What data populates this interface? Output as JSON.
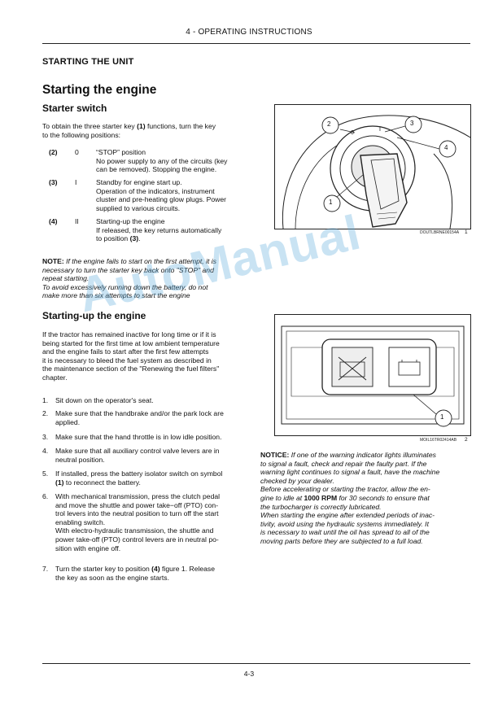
{
  "header": {
    "chapter": "4 - OPERATING INSTRUCTIONS"
  },
  "section_title": "STARTING THE UNIT",
  "heading_main": "Starting the engine",
  "subheading_starter": "Starter switch",
  "intro": {
    "line1": "To obtain the three starter key (1) functions, turn the key",
    "line2": "to the following positions:"
  },
  "positions": [
    {
      "num": "(2)",
      "sym": "0",
      "lines": [
        "“STOP” position",
        "No power supply to any of the circuits (key",
        "can be removed). Stopping the engine."
      ]
    },
    {
      "num": "(3)",
      "sym": "I",
      "lines": [
        "Standby for engine start up.",
        "Operation of the indicators, instrument",
        "cluster and pre-heating glow plugs. Power",
        "supplied to various circuits."
      ]
    },
    {
      "num": "(4)",
      "sym": "II",
      "lines": [
        "Starting-up the engine",
        "If released, the key returns automatically",
        "to position (3)."
      ]
    }
  ],
  "note": {
    "lines": [
      "NOTE: If the engine fails to start on the first attempt, it is",
      "necessary to turn the starter key back onto \"STOP\" and",
      "repeat starting.",
      "To avoid excessively running down the battery, do not",
      "make more than six attempts to start the engine"
    ]
  },
  "subheading_startup": "Starting-up the engine",
  "startup_intro": {
    "lines": [
      "If the tractor has remained inactive for long time or if it is",
      "being started for the first time at low ambient temperature",
      "and the engine fails to start after the first few attempts",
      "it is necessary to bleed the fuel system as described in",
      "the maintenance section of the \"Renewing the fuel filters\"",
      "chapter."
    ]
  },
  "steps": [
    {
      "n": "1.",
      "lines": [
        "Sit down on the operator's seat."
      ]
    },
    {
      "n": "2.",
      "lines": [
        "Make sure that the handbrake and/or the park lock are",
        "applied."
      ]
    },
    {
      "n": "3.",
      "lines": [
        "Make sure that the hand throttle is in low idle position."
      ]
    },
    {
      "n": "4.",
      "lines": [
        "Make sure that all auxiliary control valve levers are in",
        "neutral position."
      ]
    },
    {
      "n": "5.",
      "lines": [
        "If installed, press the battery isolator switch on symbol",
        "(1) to reconnect the battery."
      ]
    },
    {
      "n": "6.",
      "lines": [
        "With mechanical transmission, press the clutch pedal",
        "and move the shuttle and power take−off (PTO) con-",
        "trol levers into the neutral position to turn off the start",
        "enabling switch.",
        "With electro-hydraulic transmission, the shuttle and",
        "power take-off (PTO) control levers are in neutral po-",
        "sition with engine off."
      ]
    },
    {
      "n": "7.",
      "lines": [
        "Turn the starter key to position (4) figure 1.  Release",
        "the key as soon as the engine starts."
      ]
    }
  ],
  "figure1": {
    "code": "DOUTLBRNE00154A",
    "number": "1",
    "callouts": [
      "2",
      "3",
      "4",
      "1"
    ]
  },
  "figure2": {
    "code": "MOIL16TR02414AB",
    "number": "2",
    "callouts": [
      "1"
    ]
  },
  "notice": {
    "lines": [
      "NOTICE: If one of the warning indicator lights illuminates",
      "to signal a fault, check and repair the faulty part.  If the",
      "warning light continues to signal a fault, have the machine",
      "checked by your dealer.",
      "Before accelerating or starting the tractor, allow the en-",
      "gine to idle at 1000 RPM for 30 seconds to ensure that",
      "the turbocharger is correctly lubricated.",
      "When starting the engine after extended periods of inac-",
      "tivity, avoid using the hydraulic systems immediately.  It",
      "is necessary to wait until the oil has spread to all of the",
      "moving parts before they are subjected to a full load."
    ]
  },
  "watermark": "AutoManual",
  "footer": {
    "page": "4-3"
  },
  "colors": {
    "watermark": "#5aaadc",
    "text": "#111111"
  }
}
